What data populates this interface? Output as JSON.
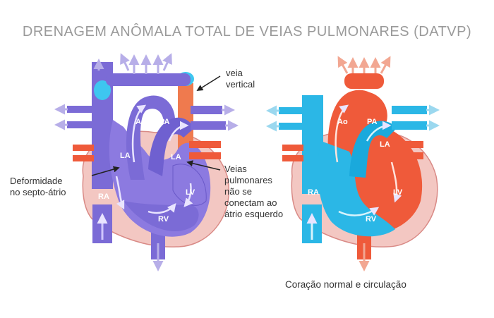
{
  "title": "DRENAGEM ANÔMALA TOTAL DE VEIAS PULMONARES (DATVP)",
  "left_heart": {
    "chambers": {
      "ao": "Ao",
      "pa": "PA",
      "la_top": "LA",
      "la_right": "LA",
      "ra": "RA",
      "lv": "LV",
      "rv": "RV"
    },
    "callouts": {
      "vertical_vein": [
        "veia",
        "vertical"
      ],
      "septal_defect": [
        "Deformidade",
        "no septo-átrio"
      ],
      "pulmonary_veins": [
        "Veias",
        "pulmonares",
        "não se",
        "conectam ao",
        "átrio esquerdo"
      ]
    },
    "colors": {
      "deoxy": "#7b6bd6",
      "mixed": "#8c7ae0",
      "oxy": "#ef5a3a",
      "pericardium": "#f3c7c2"
    }
  },
  "right_heart": {
    "chambers": {
      "ao": "Ao",
      "pa": "PA",
      "la": "LA",
      "ra": "RA",
      "lv": "LV",
      "rv": "RV"
    },
    "caption": "Coração normal e circulação",
    "colors": {
      "deoxy": "#2bb7e6",
      "oxy": "#ef5a3a",
      "pericardium": "#f3c7c2"
    }
  }
}
